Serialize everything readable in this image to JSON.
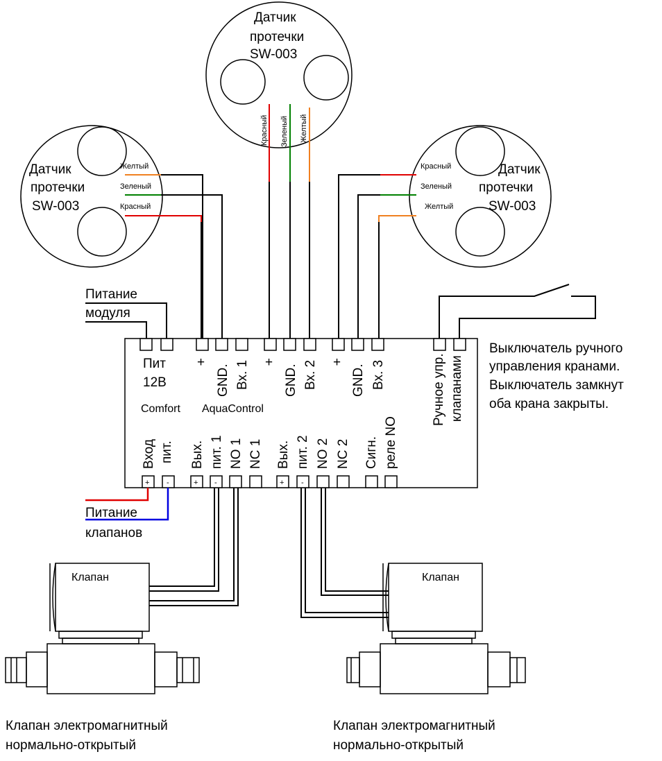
{
  "sensors": {
    "left": {
      "title1": "Датчик",
      "title2": "протечки",
      "model": "SW-003",
      "wire1": "Желтый",
      "wire2": "Зеленый",
      "wire3": "Красный"
    },
    "top": {
      "title1": "Датчик",
      "title2": "протечки",
      "model": "SW-003",
      "wire1": "Красный",
      "wire2": "Зеленый",
      "wire3": "Желтый"
    },
    "right": {
      "title1": "Датчик",
      "title2": "протечки",
      "model": "SW-003",
      "wire1": "Красный",
      "wire2": "Зеленый",
      "wire3": "Желтый"
    }
  },
  "module": {
    "brand1": "Comfort",
    "brand2": "AquaControl",
    "power_label1": "Питание",
    "power_label2": "модуля",
    "pit1": "Пит",
    "pit2": "12В",
    "plus": "+",
    "gnd": "GND.",
    "in1": "Вх. 1",
    "in2": "Вх. 2",
    "in3": "Вх. 3",
    "manual1": "Ручное упр.",
    "manual2": "клапанами",
    "input1": "Вход",
    "input2": "пит.",
    "out1a": "Вых.",
    "out1b": "пит. 1",
    "no1": "NO 1",
    "nc1": "NC 1",
    "out2a": "Вых.",
    "out2b": "пит. 2",
    "no2": "NO 2",
    "nc2": "NC 2",
    "sig1": "Сигн.",
    "sig2": "реле NO",
    "term_plus": "+",
    "term_minus": "-"
  },
  "valve_power": {
    "line1": "Питание",
    "line2": "клапанов"
  },
  "switch_note": {
    "line1": "Выключатель ручного",
    "line2": "управления кранами.",
    "line3": "Выключатель замкнут",
    "line4": "оба крана закрыты."
  },
  "valves": {
    "left": {
      "label": "Клапан",
      "caption1": "Клапан электромагнитный",
      "caption2": "нормально-открытый"
    },
    "right": {
      "label": "Клапан",
      "caption1": "Клапан электромагнитный",
      "caption2": "нормально-открытый"
    }
  },
  "colors": {
    "red": "#e00000",
    "green": "#008000",
    "orange": "#f08020",
    "blue": "#0000e0",
    "black": "#000000"
  }
}
